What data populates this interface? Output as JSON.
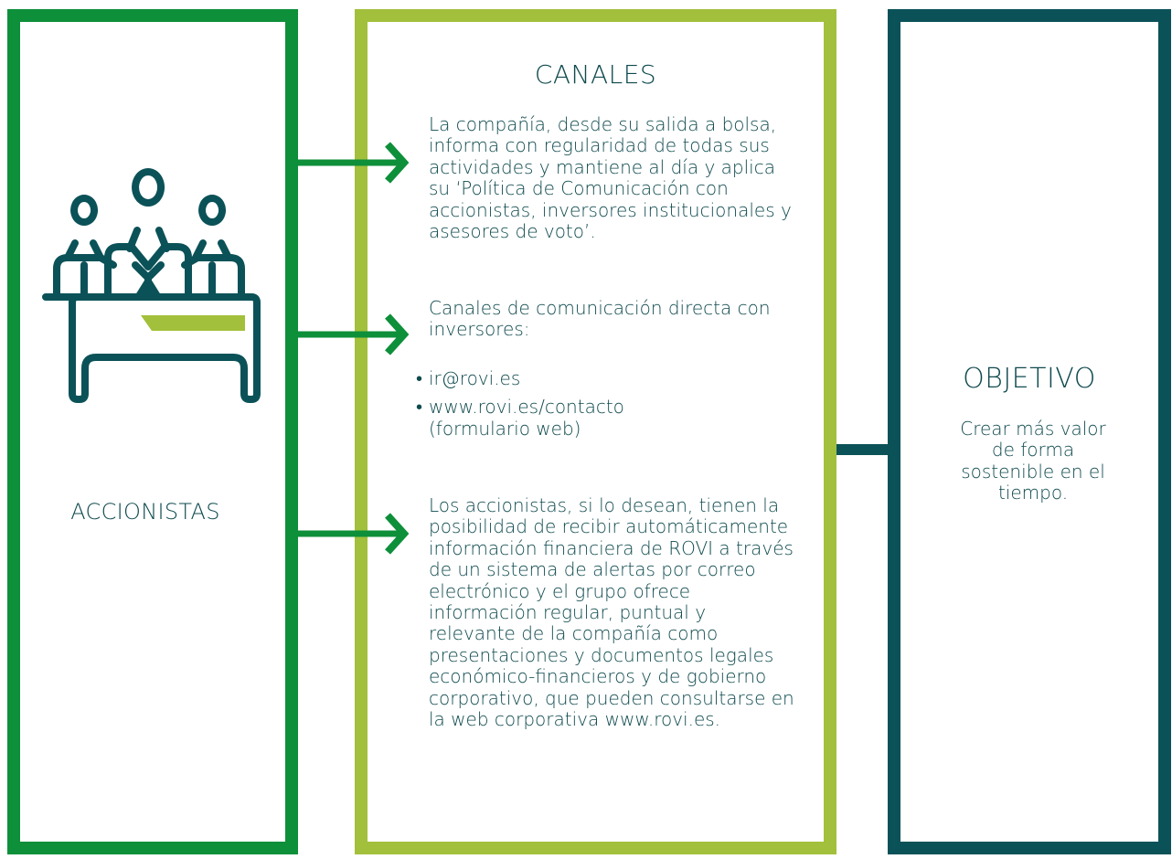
{
  "left": {
    "label": "ACCIONISTAS",
    "icon": "shareholders-meeting-icon"
  },
  "middle": {
    "heading": "CANALES",
    "para1": "La compañía, desde su salida a bolsa, informa con regularidad de todas sus actividades y mantiene al día y aplica su ‘Política de Comunicación con accionistas, inversores institucionales y asesores de voto’.",
    "para2": "Canales de comunicación directa con inversores:",
    "bullets": [
      "ir@rovi.es",
      "www.rovi.es/contacto (formulario web)"
    ],
    "para3": "Los accionistas, si lo desean, tienen la posibilidad de recibir automáticamente información financiera de ROVI a través de un sistema de alertas por correo electrónico y el grupo ofrece información regular, puntual y relevante de la compañía como presentaciones y documentos legales económico-financieros y de gobierno corporativo, que pueden consultarse en la web corporativa www.rovi.es."
  },
  "right": {
    "heading": "OBJETIVO",
    "text": "Crear más valor de forma sostenible en el tiempo."
  },
  "colors": {
    "green": "#0e8f3a",
    "lime": "#a2c03b",
    "teal": "#0b5258",
    "text": "#0f4a4e"
  }
}
